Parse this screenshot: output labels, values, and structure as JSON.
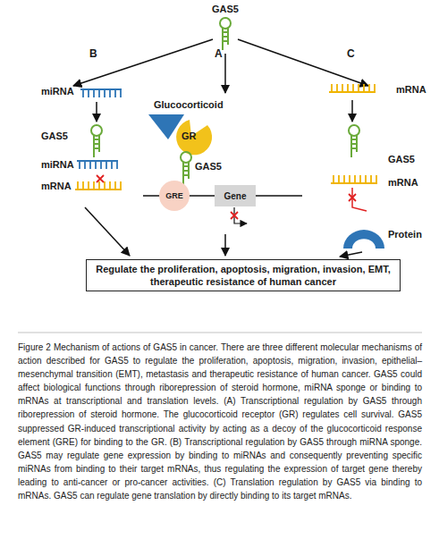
{
  "diagram": {
    "caption": "Figure 2 Mechanism of actions of GAS5 in cancer. There are three different molecular mechanisms of action described for GAS5 to regulate the proliferation, apoptosis, migration, invasion, epithelial–mesenchymal transition (EMT), metastasis and therapeutic resistance of human cancer. GAS5 could affect biological functions through riborepression of steroid hormone, miRNA sponge or binding to mRNAs at transcriptional and translation levels. (A) Transcriptional regulation by GAS5 through riborepression of steroid hormone. The glucocorticoid receptor (GR) regulates cell survival. GAS5 suppressed GR-induced transcriptional activity by acting as a decoy of the glucocorticoid response element (GRE) for binding to the GR. (B) Transcriptional regulation by GAS5 through miRNA sponge. GAS5 may regulate gene expression by binding to miRNAs and consequently preventing specific miRNAs from binding to their target mRNAs, thus regulating the expression of target gene thereby leading to anti-cancer or pro-cancer activities. (C) Translation regulation by GAS5 via binding to mRNAs. GAS5 can regulate gene translation by directly binding to its target mRNAs.",
    "nodes": [
      {
        "text": [
          "GRE"
        ]
      },
      {
        "text": [
          "Gene"
        ]
      },
      {
        "text": [
          "Regulate the proliferation, apoptosis, migration, invasion, EMT, therapeutic resistance of human cancer"
        ]
      }
    ],
    "labels": [
      "GAS5",
      "B",
      "A",
      "C",
      "miRNA",
      "Glucocorticoid",
      "mRNA",
      "GR",
      "GAS5",
      "GAS5",
      "miRNA",
      "mRNA",
      "GAS5",
      "mRNA",
      "Protein"
    ]
  }
}
